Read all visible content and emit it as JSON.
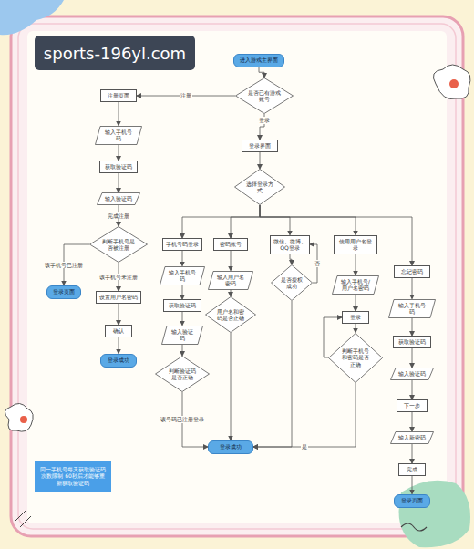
{
  "diagram": {
    "nodes": [
      {
        "text": [
          "进入游戏主界面"
        ]
      },
      {
        "text": [
          "是否已有游戏账号"
        ]
      },
      {
        "text": [
          "注册页面"
        ]
      },
      {
        "text": [
          "输入手机号码"
        ]
      },
      {
        "text": [
          "获取验证码"
        ]
      },
      {
        "text": [
          "输入验证码"
        ]
      },
      {
        "text": [
          "判断手机号是否被注册"
        ]
      },
      {
        "text": [
          "登录页面"
        ]
      },
      {
        "text": [
          "设置用户名密码"
        ]
      },
      {
        "text": [
          "确认"
        ]
      },
      {
        "text": [
          "登录成功"
        ]
      },
      {
        "text": [
          "登录界面"
        ]
      },
      {
        "text": [
          "选择登录方式"
        ]
      },
      {
        "text": [
          "手机号码登录"
        ]
      },
      {
        "text": [
          "密码账号"
        ]
      },
      {
        "text": [
          "微信、微博、QQ登录"
        ]
      },
      {
        "text": [
          "使用用户名登录"
        ]
      },
      {
        "text": [
          "忘记密码"
        ]
      },
      {
        "text": [
          "输入手机号码"
        ]
      },
      {
        "text": [
          "获取验证码"
        ]
      },
      {
        "text": [
          "输入验证码"
        ]
      },
      {
        "text": [
          "判断验证码是否正确"
        ]
      },
      {
        "text": [
          "输入用户名密码"
        ]
      },
      {
        "text": [
          "用户名和密码是否正确"
        ]
      },
      {
        "text": [
          "是否授权成功"
        ]
      },
      {
        "text": [
          "输入手机号/用户名密码"
        ]
      },
      {
        "text": [
          "登录"
        ]
      },
      {
        "text": [
          "判断手机号和密码是否正确"
        ]
      },
      {
        "text": [
          "输入手机号码"
        ]
      },
      {
        "text": [
          "获取验证码"
        ]
      },
      {
        "text": [
          "输入验证码"
        ]
      },
      {
        "text": [
          "下一步"
        ]
      },
      {
        "text": [
          "输入新密码"
        ]
      },
      {
        "text": [
          "完成"
        ]
      },
      {
        "text": [
          "登录页面"
        ]
      },
      {
        "text": [
          "登录成功"
        ]
      },
      {
        "text": [
          "同一手机号每天获取验证码次数限制 60秒后才能够重新获取验证码"
        ]
      }
    ],
    "edges": [
      {
        "from": 0,
        "to": 1,
        "arrow": "to"
      },
      {
        "from": 1,
        "to": 2,
        "label": "注册",
        "arrow": "to"
      },
      {
        "from": 1,
        "to": 11,
        "label": "登录",
        "arrow": "to"
      },
      {
        "from": 2,
        "to": 3,
        "arrow": "to"
      },
      {
        "from": 3,
        "to": 4,
        "arrow": "to"
      },
      {
        "from": 4,
        "to": 5,
        "arrow": "to"
      },
      {
        "from": 5,
        "to": 6,
        "label": "完成注册",
        "arrow": "to"
      },
      {
        "from": 6,
        "to": 7,
        "label": "该手机号已注册",
        "arrow": "to"
      },
      {
        "from": 6,
        "to": 8,
        "label": "该手机号未注册",
        "arrow": "to"
      },
      {
        "from": 8,
        "to": 9,
        "arrow": "to"
      },
      {
        "from": 9,
        "to": 10,
        "arrow": "to"
      },
      {
        "from": 11,
        "to": 12,
        "arrow": "to"
      },
      {
        "from": 12,
        "to": 13,
        "arrow": "to"
      },
      {
        "from": 12,
        "to": 14,
        "arrow": "to"
      },
      {
        "from": 12,
        "to": 15,
        "arrow": "to"
      },
      {
        "from": 12,
        "to": 16,
        "arrow": "to"
      },
      {
        "from": 12,
        "to": 17,
        "arrow": "to"
      },
      {
        "from": 13,
        "to": 18,
        "arrow": "to"
      },
      {
        "from": 18,
        "to": 19,
        "arrow": "to"
      },
      {
        "from": 19,
        "to": 20,
        "arrow": "to"
      },
      {
        "from": 20,
        "to": 21,
        "arrow": "to"
      },
      {
        "from": 21,
        "to": 35,
        "label": "该号码已注册登录",
        "arrow": "to"
      },
      {
        "from": 14,
        "to": 22,
        "arrow": "to"
      },
      {
        "from": 22,
        "to": 23,
        "arrow": "to"
      },
      {
        "from": 23,
        "to": 35,
        "arrow": "to"
      },
      {
        "from": 15,
        "to": 24,
        "arrow": "to"
      },
      {
        "from": 24,
        "to": 15,
        "label": "否",
        "arrow": "to"
      },
      {
        "from": 24,
        "to": 35,
        "arrow": "to"
      },
      {
        "from": 16,
        "to": 25,
        "arrow": "to"
      },
      {
        "from": 25,
        "to": 26,
        "arrow": "to"
      },
      {
        "from": 26,
        "to": 27,
        "arrow": "to"
      },
      {
        "from": 27,
        "to": 26,
        "arrow": "to"
      },
      {
        "from": 27,
        "to": 35,
        "label": "是",
        "arrow": "to"
      },
      {
        "from": 17,
        "to": 28,
        "arrow": "to"
      },
      {
        "from": 28,
        "to": 29,
        "arrow": "to"
      },
      {
        "from": 29,
        "to": 30,
        "arrow": "to"
      },
      {
        "from": 30,
        "to": 31,
        "arrow": "to"
      },
      {
        "from": 31,
        "to": 32,
        "arrow": "to"
      },
      {
        "from": 32,
        "to": 33,
        "arrow": "to"
      },
      {
        "from": 33,
        "to": 34,
        "arrow": "to"
      }
    ],
    "labels": [
      "sports-196yl.com"
    ]
  }
}
